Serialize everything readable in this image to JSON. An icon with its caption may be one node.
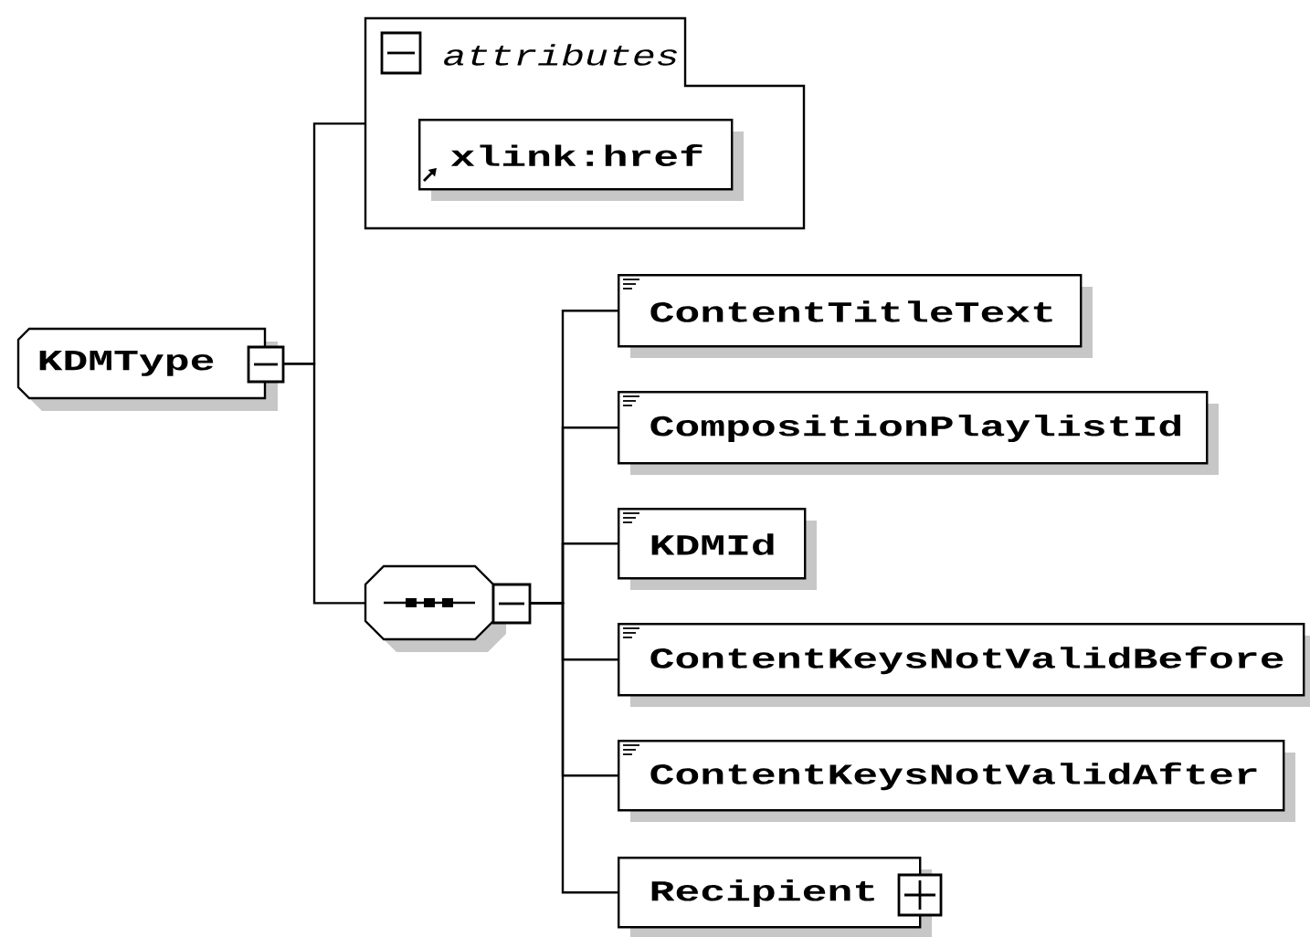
{
  "diagram": {
    "nodes": [
      {
        "text": [
          "KDMType"
        ]
      },
      {
        "text": [
          "attributes"
        ]
      },
      {
        "text": [
          "xlink:href"
        ],
        "in": 1
      },
      {
        "text": [],
        "shape": "octagon"
      },
      {
        "text": [
          "ContentTitleText"
        ]
      },
      {
        "text": [
          "CompositionPlaylistId"
        ]
      },
      {
        "text": [
          "KDMId"
        ]
      },
      {
        "text": [
          "ContentKeysNotValidBefore"
        ]
      },
      {
        "text": [
          "ContentKeysNotValidAfter"
        ]
      },
      {
        "text": [
          "Recipient"
        ]
      }
    ],
    "edges": [
      {
        "from": 0,
        "to": 1,
        "arrow": "none"
      },
      {
        "from": 0,
        "to": 3,
        "arrow": "none"
      },
      {
        "from": 3,
        "to": 4,
        "arrow": "none"
      },
      {
        "from": 3,
        "to": 5,
        "arrow": "none"
      },
      {
        "from": 3,
        "to": 6,
        "arrow": "none"
      },
      {
        "from": 3,
        "to": 7,
        "arrow": "none"
      },
      {
        "from": 3,
        "to": 8,
        "arrow": "none"
      },
      {
        "from": 3,
        "to": 9,
        "arrow": "none"
      }
    ]
  }
}
